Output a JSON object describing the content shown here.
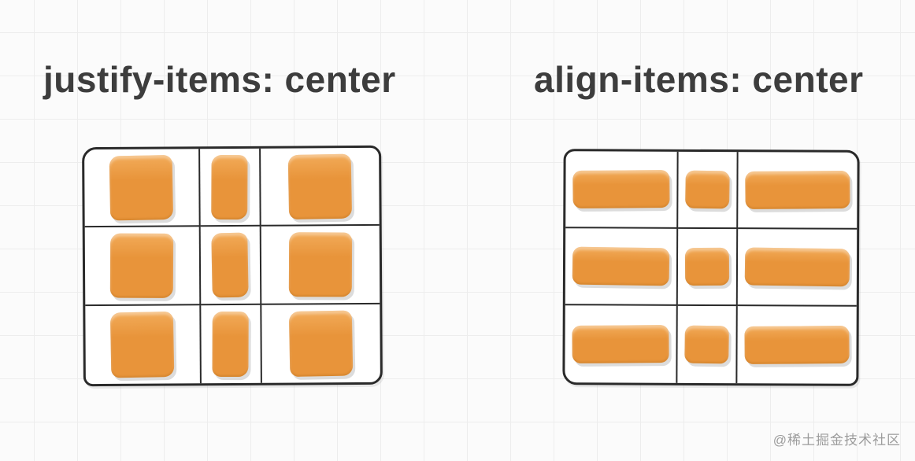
{
  "panels": [
    {
      "id": "justify-items",
      "title": "justify-items: center",
      "grid": {
        "rows": 3,
        "cols": 3,
        "column_ratios": [
          1.9,
          1,
          1.95
        ],
        "item_orientation": "vertical-fill",
        "item_alignment": "horizontally-centered"
      }
    },
    {
      "id": "align-items",
      "title": "align-items: center",
      "grid": {
        "rows": 3,
        "cols": 3,
        "column_ratios": [
          1.88,
          1,
          1.99
        ],
        "item_orientation": "horizontal-fill",
        "item_alignment": "vertically-centered"
      }
    }
  ],
  "watermark": "@稀土掘金技术社区",
  "colors": {
    "item-fill": "#e8943a",
    "item-fill-light": "#f2ab59",
    "outline": "#2a2a2a",
    "title-color": "#3d3d3d",
    "paper": "#fbfbfb",
    "paper-line": "#ededed",
    "watermark-color": "#9c9c9c"
  }
}
